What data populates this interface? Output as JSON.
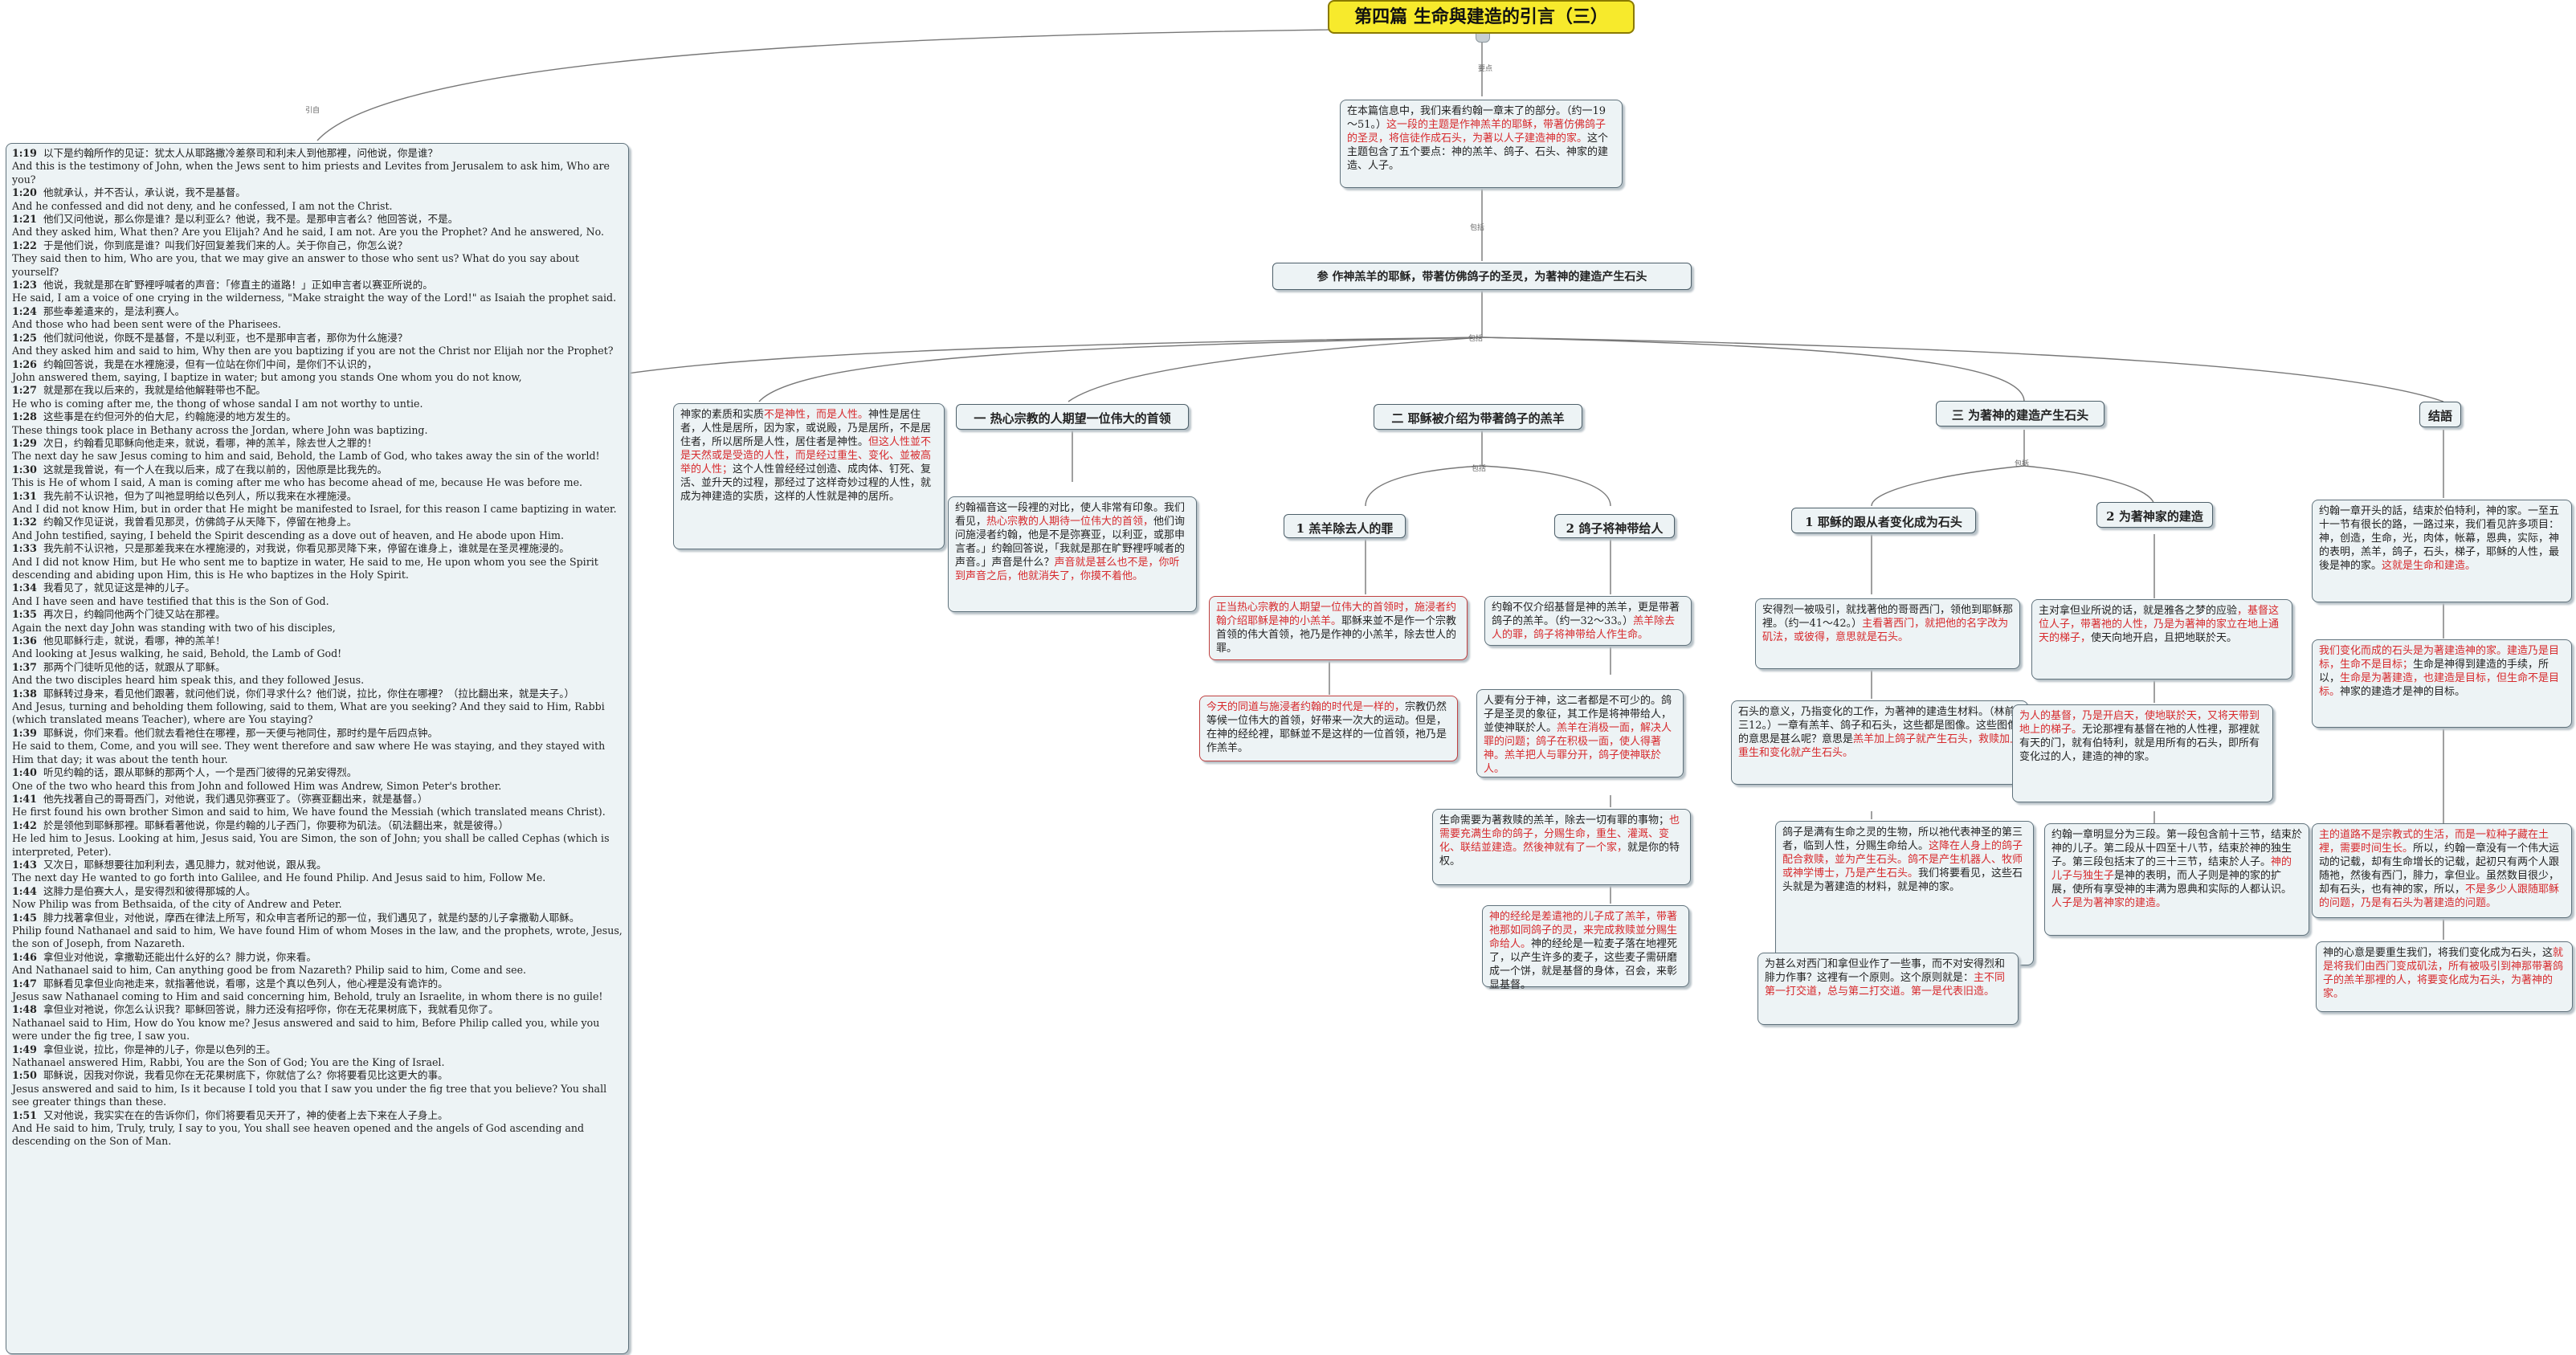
{
  "root": {
    "title": "第四篇 生命與建造的引言（三）"
  },
  "link_labels": {
    "intro": "引自",
    "point": "要点",
    "branch": "包括",
    "branch2": "包括",
    "sub": "包括"
  },
  "scripture": [
    {
      "v": "1:19",
      "zh": "以下是约翰所作的见证：犹太人从耶路撒冷差祭司和利未人到他那裡，问他说，你是谁？",
      "en": "And this is the testimony of John, when the Jews sent to him priests and Levites from Jerusalem to ask him, Who are you?"
    },
    {
      "v": "1:20",
      "zh": "他就承认，并不否认，承认说，我不是基督。",
      "en": "And he confessed and did not deny, and he confessed, I am not the Christ."
    },
    {
      "v": "1:21",
      "zh": "他们又问他说，那么你是谁？是以利亚么？他说，我不是。是那申言者么？他回答说，不是。",
      "en": "And they asked him, What then? Are you Elijah? And he said, I am not. Are you the Prophet? And he answered, No."
    },
    {
      "v": "1:22",
      "zh": "于是他们说，你到底是谁？叫我们好回复差我们来的人。关于你自己，你怎么说？",
      "en": "They said then to him, Who are you, that we may give an answer to those who sent us? What do you say about yourself?"
    },
    {
      "v": "1:23",
      "zh": "他说，我就是那在旷野裡呼喊者的声音：「修直主的道路！」正如申言者以赛亚所说的。",
      "en": "He said, I am a voice of one crying in the wilderness, \"Make straight the way of the Lord!\" as Isaiah the prophet said."
    },
    {
      "v": "1:24",
      "zh": "那些奉差遣来的，是法利赛人。",
      "en": "And those who had been sent were of the Pharisees."
    },
    {
      "v": "1:25",
      "zh": "他们就问他说，你既不是基督，不是以利亚，也不是那申言者，那你为什么施浸？",
      "en": "And they asked him and said to him, Why then are you baptizing if you are not the Christ nor Elijah nor the Prophet?"
    },
    {
      "v": "1:26",
      "zh": "约翰回答说，我是在水裡施浸，但有一位站在你们中间，是你们不认识的，",
      "en": "John answered them, saying, I baptize in water; but among you stands One whom you do not know,"
    },
    {
      "v": "1:27",
      "zh": "就是那在我以后来的，我就是给他解鞋带也不配。",
      "en": "He who is coming after me, the thong of whose sandal I am not worthy to untie."
    },
    {
      "v": "1:28",
      "zh": "这些事是在约但河外的伯大尼，约翰施浸的地方发生的。",
      "en": "These things took place in Bethany across the Jordan, where John was baptizing."
    },
    {
      "v": "1:29",
      "zh": "次日，约翰看见耶稣向他走来，就说，看哪，神的羔羊，除去世人之罪的！",
      "en": "The next day he saw Jesus coming to him and said, Behold, the Lamb of God, who takes away the sin of the world!"
    },
    {
      "v": "1:30",
      "zh": "这就是我曾说，有一个人在我以后来，成了在我以前的，因他原是比我先的。",
      "en": "This is He of whom I said, A man is coming after me who has become ahead of me, because He was before me."
    },
    {
      "v": "1:31",
      "zh": "我先前不认识祂，但为了叫祂显明给以色列人，所以我来在水裡施浸。",
      "en": "And I did not know Him, but in order that He might be manifested to Israel, for this reason I came baptizing in water."
    },
    {
      "v": "1:32",
      "zh": "约翰又作见证说，我曾看见那灵，仿佛鸽子从天降下，停留在祂身上。",
      "en": "And John testified, saying, I beheld the Spirit descending as a dove out of heaven, and He abode upon Him."
    },
    {
      "v": "1:33",
      "zh": "我先前不认识祂，只是那差我来在水裡施浸的，对我说，你看见那灵降下来，停留在谁身上，谁就是在圣灵裡施浸的。",
      "en": "And I did not know Him, but He who sent me to baptize in water, He said to me, He upon whom you see the Spirit descending and abiding upon Him, this is He who baptizes in the Holy Spirit."
    },
    {
      "v": "1:34",
      "zh": "我看见了，就见证这是神的儿子。",
      "en": "And I have seen and have testified that this is the Son of God."
    },
    {
      "v": "1:35",
      "zh": "再次日，约翰同他两个门徒又站在那裡。",
      "en": "Again the next day John was standing with two of his disciples,"
    },
    {
      "v": "1:36",
      "zh": "他见耶稣行走，就说，看哪，神的羔羊！",
      "en": "And looking at Jesus walking, he said, Behold, the Lamb of God!"
    },
    {
      "v": "1:37",
      "zh": "那两个门徒听见他的话，就跟从了耶稣。",
      "en": "And the two disciples heard him speak this, and they followed Jesus."
    },
    {
      "v": "1:38",
      "zh": "耶稣转过身来，看见他们跟著，就问他们说，你们寻求什么？他们说，拉比，你住在哪裡？（拉比翻出来，就是夫子。）",
      "en": "And Jesus, turning and beholding them following, said to them, What are you seeking? And they said to Him, Rabbi (which translated means Teacher), where are You staying?"
    },
    {
      "v": "1:39",
      "zh": "耶稣说，你们来看。他们就去看祂住在哪裡，那一天便与祂同住，那时约是午后四点钟。",
      "en": "He said to them, Come, and you will see. They went therefore and saw where He was staying, and they stayed with Him that day; it was about the tenth hour."
    },
    {
      "v": "1:40",
      "zh": "听见约翰的话，跟从耶稣的那两个人，一个是西门彼得的兄弟安得烈。",
      "en": "One of the two who heard this from John and followed Him was Andrew, Simon Peter's brother."
    },
    {
      "v": "1:41",
      "zh": "他先找著自己的哥哥西门，对他说，我们遇见弥赛亚了。（弥赛亚翻出来，就是基督。）",
      "en": "He first found his own brother Simon and said to him, We have found the Messiah (which translated means Christ)."
    },
    {
      "v": "1:42",
      "zh": "於是领他到耶稣那裡。耶稣看著他说，你是约翰的儿子西门，你要称为矶法。（矶法翻出来，就是彼得。）",
      "en": "He led him to Jesus. Looking at him, Jesus said, You are Simon, the son of John; you shall be called Cephas (which is interpreted, Peter)."
    },
    {
      "v": "1:43",
      "zh": "又次日，耶稣想要往加利利去，遇见腓力，就对他说，跟从我。",
      "en": "The next day He wanted to go forth into Galilee, and He found Philip. And Jesus said to him, Follow Me."
    },
    {
      "v": "1:44",
      "zh": "这腓力是伯赛大人，是安得烈和彼得那城的人。",
      "en": "Now Philip was from Bethsaida, of the city of Andrew and Peter."
    },
    {
      "v": "1:45",
      "zh": "腓力找著拿但业，对他说，摩西在律法上所写，和众申言者所记的那一位，我们遇见了，就是约瑟的儿子拿撒勒人耶稣。",
      "en": "Philip found Nathanael and said to him, We have found Him of whom Moses in the law, and the prophets, wrote, Jesus, the son of Joseph, from Nazareth."
    },
    {
      "v": "1:46",
      "zh": "拿但业对他说，拿撒勒还能出什么好的么？腓力说，你来看。",
      "en": "And Nathanael said to him, Can anything good be from Nazareth? Philip said to him, Come and see."
    },
    {
      "v": "1:47",
      "zh": "耶稣看见拿但业向祂走来，就指著他说，看哪，这是个真以色列人，他心裡是没有诡诈的。",
      "en": "Jesus saw Nathanael coming to Him and said concerning him, Behold, truly an Israelite, in whom there is no guile!"
    },
    {
      "v": "1:48",
      "zh": "拿但业对祂说，你怎么认识我？耶稣回答说，腓力还没有招呼你，你在无花果树底下，我就看见你了。",
      "en": "Nathanael said to Him, How do You know me? Jesus answered and said to him, Before Philip called you, while you were under the fig tree, I saw you."
    },
    {
      "v": "1:49",
      "zh": "拿但业说，拉比，你是神的儿子，你是以色列的王。",
      "en": "Nathanael answered Him, Rabbi, You are the Son of God; You are the King of Israel."
    },
    {
      "v": "1:50",
      "zh": "耶稣说，因我对你说，我看见你在无花果树底下，你就信了么？你将要看见比这更大的事。",
      "en": "Jesus answered and said to him, Is it because I told you that I saw you under the fig tree that you believe? You shall see greater things than these."
    },
    {
      "v": "1:51",
      "zh": "又对他说，我实实在在的告诉你们，你们将要看见天开了，神的使者上去下来在人子身上。",
      "en": "And He said to him, Truly, truly, I say to you, You shall see heaven opened and the angels of God ascending and descending on the Son of Man."
    }
  ],
  "intro_box": {
    "p1": "在本篇信息中，我们来看约翰一章末了的部分。（约一19～51。）",
    "p2": "这一段的主题是作神羔羊的耶稣，带著仿佛鸽子的圣灵，将信徒作成石头，为著以人子建造神的家。",
    "p3": "这个主题包含了五个要点：神的羔羊、鸽子、石头、神家的建造、人子。"
  },
  "main_header": "参 作神羔羊的耶稣，带著仿佛鸽子的圣灵，为著神的建造产生石头",
  "left_note": {
    "p1": "神家的素质和实质",
    "p1r": "不是神性，而是人性。",
    "p2": "神性是居住者，人性是居所，因为家，或说殿，乃是居所，不是居住者，所以居所是人性，居住者是神性。",
    "p3r": "但这人性並不是天然或是受造的人性，而是经过重生、变化、並被高举的人性；",
    "p4": "这个人性曾经经过创造、成肉体、钉死、复活、並升天的过程，那经过了这样奇妙过程的人性，就成为神建造的实质，这样的人性就是神的居所。"
  },
  "sec1": {
    "title": "一 热心宗教的人期望一位伟大的首领",
    "note_a": "约翰福音这一段裡的对比，使人非常有印象。我们看见，",
    "note_r": "热心宗教的人期待一位伟大的首领，",
    "note_b": "他们询问施浸者约翰，他是不是弥赛亚，以利亚，或那申言者。」约翰回答说，「我就是那在旷野裡呼喊者的声音。」声音是什么？",
    "note_r2": "声音就是甚么也不是，你听到声音之后，他就消失了，你摸不着他。"
  },
  "sec2": {
    "title": "二 耶稣被介绍为带著鸽子的羔羊",
    "sub1": "1 羔羊除去人的罪",
    "sub2": "2 鸽子将神带给人",
    "n1_r": "正当热心宗教的人期望一位伟大的首领时，施浸者约翰介绍耶稣是神的小羔羊。",
    "n1_b": "耶稣来並不是作一个宗教首领的伟大首领，祂乃是作神的小羔羊，除去世人的罪。",
    "n2_r": "今天的同道与施浸者约翰的时代是一样的，",
    "n2_b": "宗教仍然等候一位伟大的首领，好带来一次大的运动。但是，在神的经纶裡，耶稣並不是这样的一位首领，祂乃是作羔羊。",
    "n3_a": "约翰不仅介绍基督是神的羔羊，更是带著鸽子的羔羊。（约一32～33。）",
    "n3_r": "羔羊除去人的罪，鸽子将神带给人作生命。",
    "n4_a": "人要有分于神，这二者都是不可少的。鸽子是圣灵的象征，其工作是将神带给人，並使神联於人。",
    "n4_r": "羔羊在消极一面，解决人罪的问题；鸽子在积极一面，使人得著神。羔羊把人与罪分开，鸽子使神联於人。",
    "n5_a": "生命需要为著救赎的羔羊，除去一切有罪的事物；",
    "n5_r": "也需要充满生命的鸽子，分赐生命，重生、灌溉、变化、联结並建造。然後神就有了一个家，",
    "n5_b": "就是你的特权。",
    "n6_r": "神的经纶是差遣祂的儿子成了羔羊，带著祂那如同鸽子的灵，来完成救赎並分赐生命给人。",
    "n6_b": "神的经纶是一粒麦子落在地裡死了，以产生许多的麦子，这些麦子需研磨成一个饼，就是基督的身体，召会，来彰显基督。"
  },
  "sec3": {
    "title": "三 为著神的建造产生石头",
    "sub1": "1 耶稣的跟从者变化成为石头",
    "sub2": "2 为著神家的建造",
    "m1_a": "安得烈一被吸引，就找著他的哥哥西门，领他到耶稣那裡。（约一41～42。）",
    "m1_r": "主看著西门，就把他的名字改为矶法，或彼得，意思就是石头。",
    "m2_a": "石头的意义，乃指变化的工作，为著神的建造生材料。（林前三12。）一章有羔羊、鸽子和石头，这些都是图像。这些图像的意思是甚么呢？意思是",
    "m2_r": "羔羊加上鸽子就产生石头，救赎加上重生和变化就产生石头。",
    "m3_a": "鸽子是满有生命之灵的生物，所以祂代表神圣的第三者，临到人性，分赐生命给人。",
    "m3_r": "这降在人身上的鸽子配合救赎，並为产生石头。鸽不是产生机器人、牧师或神学博士，乃是产生石头。",
    "m3_b": "我们将要看见，这些石头就是为著建造的材料，就是神的家。",
    "m4_a": "为甚么对西门和拿但业作了一些事，而不对安得烈和腓力作事？这裡有一个原则。这个原则就是：",
    "m4_r": "主不同第一打交道，总与第二打交道。第一是代表旧造。",
    "h1_a": "主对拿但业所说的话，就是雅各之梦的应验",
    "h1_r": "，基督这位人子，带著祂的人性，乃是为著神的家立在地上通天的梯子，",
    "h1_b": "使天向地开启，且把地联於天。",
    "h2_r": "为人的基督，乃是开启天，使地联於天，又将天带到地上的梯子。",
    "h2_b": "无论那裡有基督在祂的人性裡，那裡就有天的门，就有伯特利，就是用所有的石头，即所有变化过的人，建造的神的家。",
    "h3_a": "约翰一章明显分为三段。第一段包含前十三节，结束於神的儿子。第二段从十四至十八节，结束於神的独生子。第三段包括末了的三十三节，结束於人子。",
    "h3_r": "神的儿子与独生子",
    "h3_b": "是神的表明，而人子则是神的家的扩展，使所有享受神的丰满为恩典和实际的人都认识。",
    "h3_r2": "人子是为著神家的建造。"
  },
  "sec4": {
    "title": "结語",
    "c1_a": "约翰一章开头的話，结束於伯特利，神的家。一至五十一节有很长的路，一路过来，我们看见許多项目：神，创造，生命，光，肉体，帐幕，恩典，实际，神的表明，羔羊，鸽子，石头，梯子，耶稣的人性，最後是神的家。",
    "c1_r": "这就是生命和建造。",
    "c2_r": "我们变化而成的石头是为著建造神的家。建造乃是目标，生命不是目标；",
    "c2_b": "生命是神得到建造的手续，所以，",
    "c2_r2": "生命是为著建造，也建造是目标，但生命不是目标。",
    "c2_b2": "神家的建造才是神的目标。",
    "c3_r": "主的道路不是宗教式的生活，而是一粒种子藏在土裡，需要时间生长。",
    "c3_b": "所以，约翰一章没有一个伟大运动的记载，却有生命增长的记载，起初只有两个人跟随祂，然後有西门，腓力，拿但业。虽然数目很少，却有石头，也有神的家，所以，",
    "c3_r2": "不是多少人跟随耶稣的问题，乃是有石头为著建造的问题。",
    "c4_a": "神的心意是要重生我们，将我们变化成为石头，这",
    "c4_r": "就是将我们由西门变成矶法，所有被吸引到神那带著鸽子的羔羊那裡的人，将要变化成为石头，为著神的家。"
  }
}
